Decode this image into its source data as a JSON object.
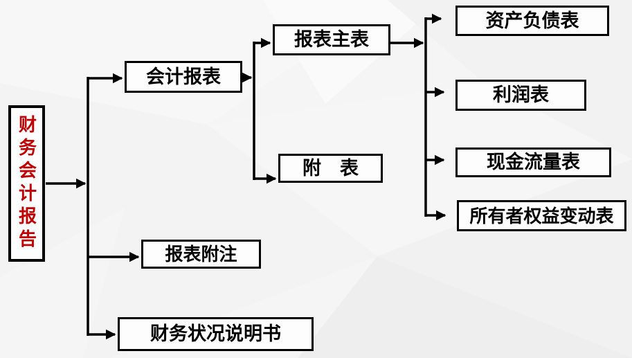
{
  "diagram": {
    "root": {
      "id": "root",
      "label": "财务会计报告"
    },
    "level1": [
      {
        "id": "kjbb",
        "label": "会计报表"
      },
      {
        "id": "bbfz",
        "label": "报表附注"
      },
      {
        "id": "cwzk",
        "label": "财务状况说明书"
      }
    ],
    "level2": [
      {
        "id": "bbzb",
        "label": "报表主表"
      },
      {
        "id": "fb",
        "label": "附　表"
      }
    ],
    "level3": [
      {
        "id": "zcfz",
        "label": "资产负债表"
      },
      {
        "id": "lr",
        "label": "利润表"
      },
      {
        "id": "xjll",
        "label": "现金流量表"
      },
      {
        "id": "syz",
        "label": "所有者权益变动表"
      }
    ],
    "edges": [
      [
        "财务会计报告",
        "会计报表"
      ],
      [
        "财务会计报告",
        "报表附注"
      ],
      [
        "财务会计报告",
        "财务状况说明书"
      ],
      [
        "会计报表",
        "报表主表"
      ],
      [
        "会计报表",
        "附　表"
      ],
      [
        "报表主表",
        "资产负债表"
      ],
      [
        "报表主表",
        "利润表"
      ],
      [
        "报表主表",
        "现金流量表"
      ],
      [
        "报表主表",
        "所有者权益变动表"
      ]
    ],
    "colors": {
      "root_text": "#c00000",
      "line": "#000000",
      "box_bg": "#fdfdfd",
      "canvas_bg": "#f5f5f6"
    }
  }
}
